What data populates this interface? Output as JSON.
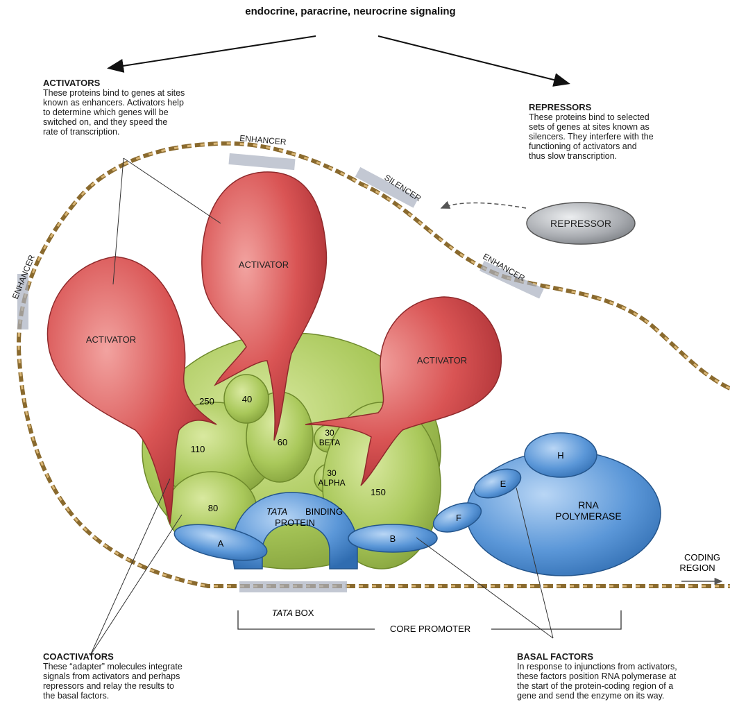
{
  "title": "endocrine, paracrine, neurocrine signaling",
  "captions": {
    "activators": {
      "heading": "ACTIVATORS",
      "lines": [
        "These proteins bind to genes at sites",
        "known as enhancers. Activators help",
        "to determine which genes will be",
        "switched on, and they speed the",
        "rate of transcription."
      ]
    },
    "repressors": {
      "heading": "REPRESSORS",
      "lines": [
        "These proteins bind to selected",
        "sets of genes at sites known as",
        "silencers. They interfere with the",
        "functioning of activators and",
        "thus slow transcription."
      ]
    },
    "coactivators": {
      "heading": "COACTIVATORS",
      "lines": [
        "These “adapter” molecules integrate",
        "signals from activators and perhaps",
        "repressors and relay the results to",
        "the basal factors."
      ]
    },
    "basal_factors": {
      "heading": "BASAL FACTORS",
      "lines": [
        "In response to injunctions from activators,",
        "these factors position RNA polymerase at",
        "the start of the protein-coding region of a",
        "gene and send the enzyme on its way."
      ]
    }
  },
  "dna_sites": {
    "enhancer_left": "ENHANCER",
    "enhancer_top": "ENHANCER",
    "silencer": "SILENCER",
    "enhancer_right": "ENHANCER"
  },
  "proteins": {
    "activator": "ACTIVATOR",
    "repressor": "REPRESSOR",
    "coactivator_250": "250",
    "coactivator_40": "40",
    "coactivator_110": "110",
    "coactivator_60": "60",
    "coactivator_30_beta": [
      "30",
      "BETA"
    ],
    "coactivator_30_alpha": [
      "30",
      "ALPHA"
    ],
    "coactivator_150": "150",
    "coactivator_80": "80",
    "tata_binding_protein": [
      "TATA",
      "BINDING",
      "PROTEIN"
    ],
    "factor_a": "A",
    "factor_b": "B",
    "factor_e": "E",
    "factor_f": "F",
    "factor_h": "H",
    "rna_polymerase": [
      "RNA",
      "POLYMERASE"
    ]
  },
  "promoter": {
    "tata_box": [
      "TATA",
      "BOX"
    ],
    "core_promoter": "CORE PROMOTER",
    "coding_region": [
      "CODING",
      "REGION"
    ]
  },
  "colors": {
    "activator": "#d95454",
    "coactivator": "#a9c85a",
    "basal": "#4f8fd6",
    "repressor": "#9ea1a6"
  }
}
